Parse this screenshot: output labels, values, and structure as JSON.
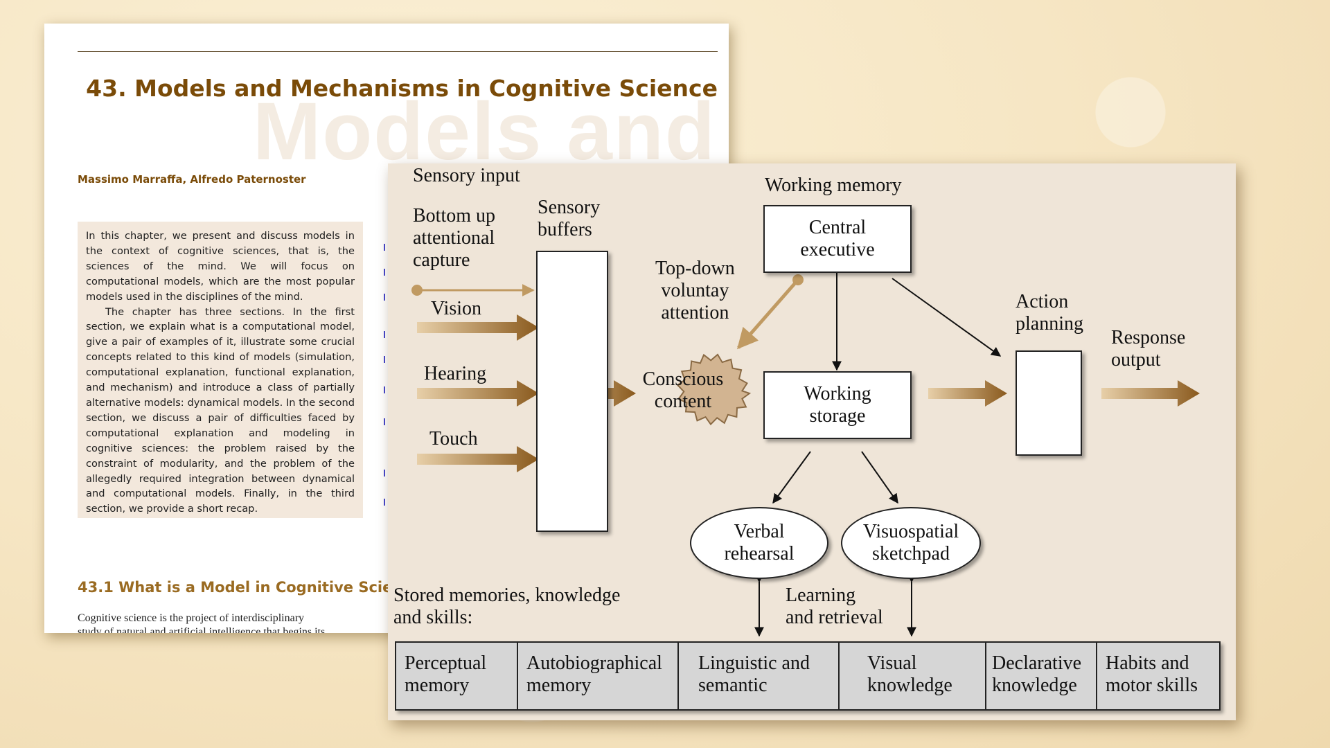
{
  "paper": {
    "chapter_title": "43. Models and Mechanisms in Cognitive Science",
    "watermark": "Models and",
    "authors": "Massimo Marraffa, Alfredo Paternoster",
    "abstract_p1": "In this chapter, we present and discuss models in the context of cognitive sciences, that is, the sciences of the mind. We will focus on computational models, which are the most popular models used in the disciplines of the mind.",
    "abstract_p2": "The chapter has three sections. In the first section, we explain what is a computational model, give a pair of examples of it, illustrate some crucial concepts related to this kind of models (simulation, computational explanation, functional explanation, and mechanism) and introduce a class of partially alternative models: dynamical models. In the second section, we discuss a pair of difficulties faced by computational explanation and modeling in cognitive sciences: the problem raised by the constraint of modularity, and the problem of the allegedly required integration between dynamical and computational models. Finally, in the third section, we provide a short recap.",
    "section_heading": "43.1 What is a Model in Cognitive Scie",
    "body_line1": "Cognitive science is the project of interdisciplinary",
    "body_line2": "study of natural and artificial intelligence that begins its"
  },
  "diagram": {
    "sensory_input": "Sensory input",
    "bottom_up": [
      "Bottom up",
      "attentional",
      "capture"
    ],
    "vision": "Vision",
    "hearing": "Hearing",
    "touch": "Touch",
    "sensory_buffers": [
      "Sensory",
      "buffers"
    ],
    "top_down": [
      "Top-down",
      "voluntay",
      "attention"
    ],
    "conscious_content": [
      "Conscious",
      "content"
    ],
    "working_memory": "Working memory",
    "central_executive": [
      "Central",
      "executive"
    ],
    "working_storage": [
      "Working",
      "storage"
    ],
    "action_planning": [
      "Action",
      "planning"
    ],
    "response_output": [
      "Response",
      "output"
    ],
    "verbal_rehearsal": [
      "Verbal",
      "rehearsal"
    ],
    "visuospatial_sketchpad": [
      "Visuospatial",
      "sketchpad"
    ],
    "stored_memories": [
      "Stored memories, knowledge",
      "and skills:"
    ],
    "learning_retrieval": [
      "Learning",
      "and retrieval"
    ],
    "memory_types": [
      [
        "Perceptual",
        "memory"
      ],
      [
        "Autobiographical",
        "memory"
      ],
      [
        "Linguistic and",
        "semantic"
      ],
      [
        "Visual",
        "knowledge"
      ],
      [
        "Declarative",
        "knowledge"
      ],
      [
        "Habits and",
        "motor skills"
      ]
    ],
    "colors": {
      "brown_arrow": "#8a5a1e",
      "light_arrow": "#c09a62",
      "star_fill": "#d2b491",
      "memory_cell": "#d6d6d6"
    }
  }
}
